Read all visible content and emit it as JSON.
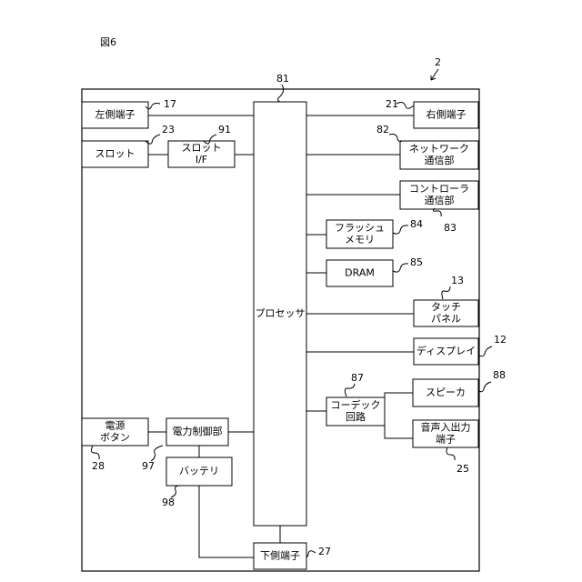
{
  "figure_label": "図6",
  "device_ref": "2",
  "processor": {
    "label": "プロセッサ",
    "ref": "81"
  },
  "blocks": {
    "left_terminal": {
      "lines": [
        "左側端子"
      ],
      "ref": "17"
    },
    "slot": {
      "lines": [
        "スロット"
      ],
      "ref": "23"
    },
    "slot_if": {
      "lines": [
        "スロット",
        "I/F"
      ],
      "ref": "91"
    },
    "right_terminal": {
      "lines": [
        "右側端子"
      ],
      "ref": "21"
    },
    "network": {
      "lines": [
        "ネットワーク",
        "通信部"
      ],
      "ref": "82"
    },
    "controller_comm": {
      "lines": [
        "コントローラ",
        "通信部"
      ],
      "ref": "83"
    },
    "flash": {
      "lines": [
        "フラッシュ",
        "メモリ"
      ],
      "ref": "84"
    },
    "dram": {
      "lines": [
        "DRAM"
      ],
      "ref": "85"
    },
    "touch_panel": {
      "lines": [
        "タッチ",
        "パネル"
      ],
      "ref": "13"
    },
    "display": {
      "lines": [
        "ディスプレイ"
      ],
      "ref": "12"
    },
    "codec": {
      "lines": [
        "コーデック",
        "回路"
      ],
      "ref": "87"
    },
    "speaker": {
      "lines": [
        "スピーカ"
      ],
      "ref": "88"
    },
    "audio_io": {
      "lines": [
        "音声入出力",
        "端子"
      ],
      "ref": "25"
    },
    "power_button": {
      "lines": [
        "電源",
        "ボタン"
      ],
      "ref": "28"
    },
    "power_control": {
      "lines": [
        "電力制御部"
      ],
      "ref": "97"
    },
    "battery": {
      "lines": [
        "バッテリ"
      ],
      "ref": "98"
    },
    "bottom_terminal": {
      "lines": [
        "下側端子"
      ],
      "ref": "27"
    }
  }
}
